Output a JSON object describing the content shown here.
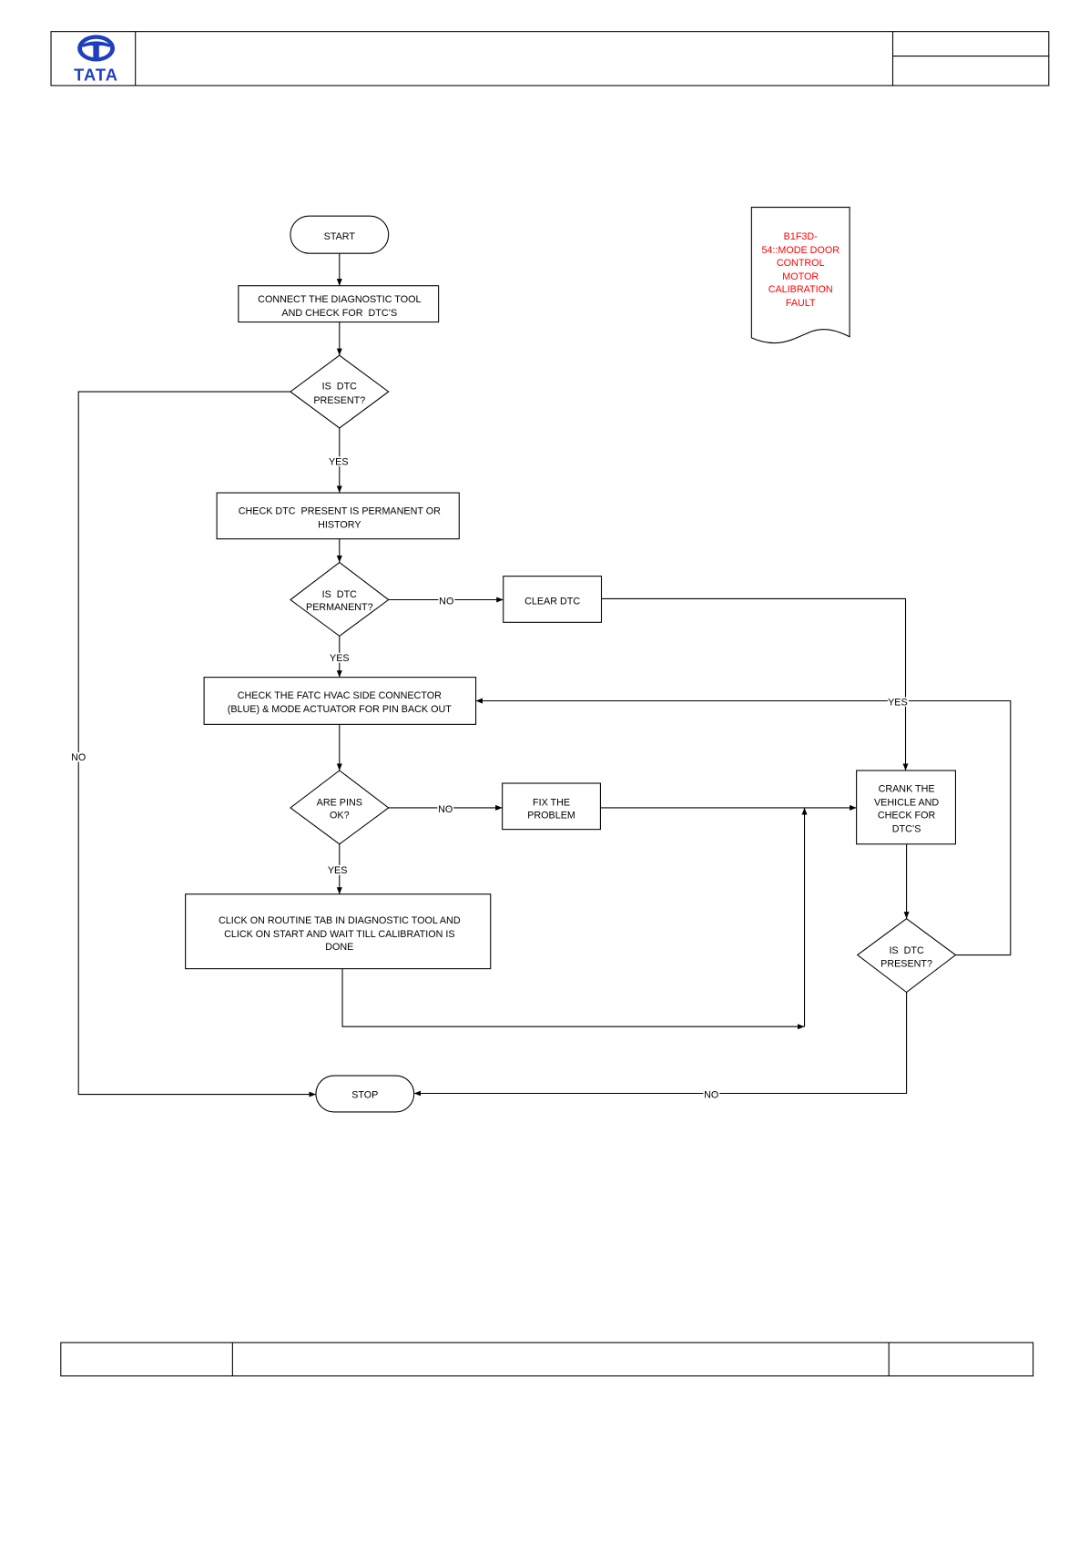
{
  "header": {
    "logo_text": "TATA"
  },
  "colors": {
    "logo_blue": "#1f3fbf",
    "fault_text": "#ff0000",
    "line": "#000000"
  },
  "fault_code": {
    "lines": [
      "B1F3D-",
      "54::MODE DOOR",
      "CONTROL",
      "MOTOR",
      "CALIBRATION",
      "FAULT"
    ]
  },
  "flowchart": {
    "start": {
      "label": "START"
    },
    "connect_tool": {
      "lines": [
        "CONNECT THE DIAGNOSTIC TOOL",
        "AND CHECK FOR  DTC’S"
      ]
    },
    "dtc_present_1": {
      "lines": [
        "IS  DTC",
        "PRESENT?"
      ]
    },
    "check_permanent": {
      "lines": [
        "CHECK DTC  PRESENT IS PERMANENT OR",
        "HISTORY"
      ]
    },
    "dtc_permanent": {
      "lines": [
        "IS  DTC",
        "PERMANENT?"
      ]
    },
    "clear_dtc": {
      "lines": [
        "CLEAR DTC"
      ]
    },
    "check_connector": {
      "lines": [
        "CHECK THE FATC HVAC SIDE CONNECTOR",
        "(BLUE) & MODE ACTUATOR FOR PIN BACK OUT"
      ]
    },
    "pins_ok": {
      "lines": [
        "ARE PINS",
        "OK?"
      ]
    },
    "fix_problem": {
      "lines": [
        "FIX THE",
        "PROBLEM"
      ]
    },
    "routine_tab": {
      "lines": [
        "CLICK ON ROUTINE TAB IN DIAGNOSTIC TOOL AND",
        "CLICK ON START AND WAIT TILL CALIBRATION IS",
        "DONE"
      ]
    },
    "crank_vehicle": {
      "lines": [
        "CRANK THE",
        "VEHICLE AND",
        "CHECK FOR",
        "DTC’S"
      ]
    },
    "dtc_present_2": {
      "lines": [
        "IS  DTC",
        "PRESENT?"
      ]
    },
    "stop": {
      "label": "STOP"
    },
    "edge_labels": {
      "dtc1_no": "NO",
      "dtc1_yes": "YES",
      "perm_no": "NO",
      "perm_yes": "YES",
      "pins_no": "NO",
      "pins_yes": "YES",
      "dtc2_yes": "YES",
      "dtc2_no": "NO"
    }
  }
}
